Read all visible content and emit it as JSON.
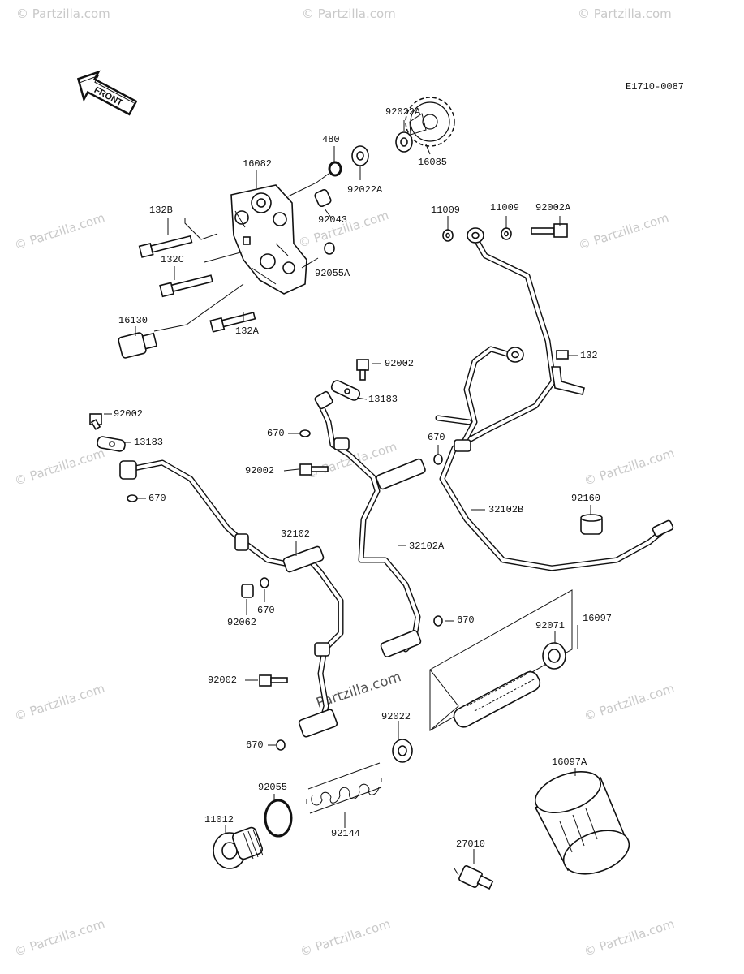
{
  "diagram_code": "E1710-0087",
  "front_label": "FRONT",
  "watermark": "© Partzilla.com",
  "watermark_center": "Partzilla.com",
  "parts": {
    "p92022A_top": "92022A",
    "p480": "480",
    "p16082": "16082",
    "p16085": "16085",
    "p92022A_bottom": "92022A",
    "p132B": "132B",
    "p92043": "92043",
    "p11009_left": "11009",
    "p11009_right": "11009",
    "p92002A": "92002A",
    "p132C": "132C",
    "p92055A": "92055A",
    "p16130": "16130",
    "p132A": "132A",
    "p132": "132",
    "p92002_mid": "92002",
    "p13183_mid": "13183",
    "p92002_left": "92002",
    "p13183_left": "13183",
    "p670_mid": "670",
    "p670_right": "670",
    "p92002_center": "92002",
    "p670_left": "670",
    "p32102B": "32102B",
    "p92160": "92160",
    "p32102": "32102",
    "p32102A": "32102A",
    "p670_lower": "670",
    "p92062": "92062",
    "p670_small": "670",
    "p16097": "16097",
    "p92071": "92071",
    "p92002_lower": "92002",
    "p92022": "92022",
    "p670_bottom": "670",
    "p16097A": "16097A",
    "p92055": "92055",
    "p92144": "92144",
    "p11012": "11012",
    "p27010": "27010"
  }
}
